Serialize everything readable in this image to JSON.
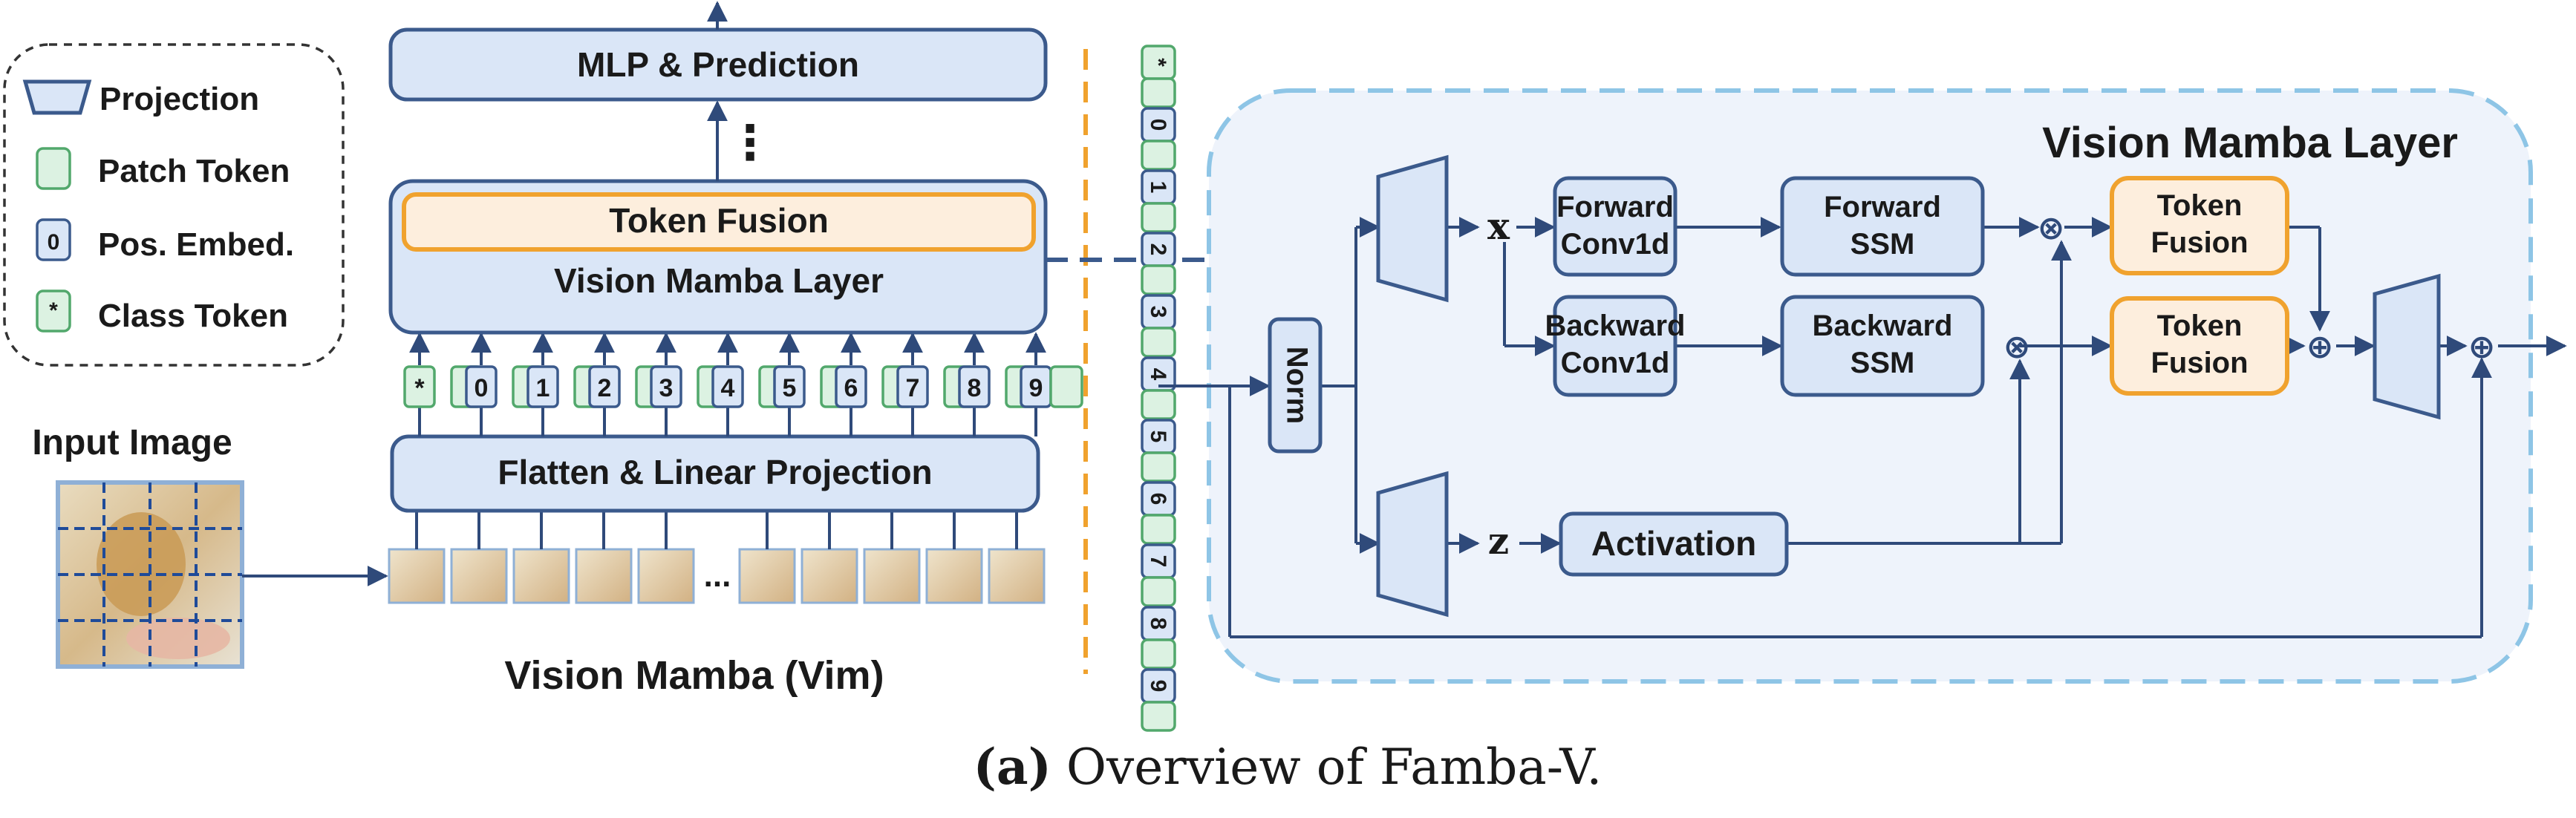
{
  "legend": {
    "items": [
      {
        "icon": "projection-trapezoid-icon",
        "label": "Projection"
      },
      {
        "icon": "patch-token-icon",
        "label": "Patch Token"
      },
      {
        "icon": "pos-embed-icon",
        "glyph": "0",
        "label": "Pos. Embed."
      },
      {
        "icon": "class-token-icon",
        "glyph": "*",
        "label": "Class Token"
      }
    ]
  },
  "vim": {
    "input_image_label": "Input Image",
    "mlp_label": "MLP & Prediction",
    "dots_vertical": "⋮",
    "token_fusion_label": "Token Fusion",
    "vision_mamba_layer_label": "Vision Mamba Layer",
    "token_row": [
      "*",
      "0",
      "1",
      "2",
      "3",
      "4",
      "5",
      "6",
      "7",
      "8",
      "9"
    ],
    "flatten_label": "Flatten & Linear Projection",
    "patch_ellipsis": "...",
    "caption": "Vision Mamba (Vim)"
  },
  "token_column": [
    "*",
    "0",
    "1",
    "2",
    "3",
    "4",
    "5",
    "6",
    "7",
    "8",
    "9"
  ],
  "layer_detail": {
    "title": "Vision Mamba Layer",
    "norm_label": "Norm",
    "x_label": "x",
    "z_label": "z",
    "forward_conv": [
      "Forward",
      "Conv1d"
    ],
    "forward_ssm": [
      "Forward",
      "SSM"
    ],
    "backward_conv": [
      "Backward",
      "Conv1d"
    ],
    "backward_ssm": [
      "Backward",
      "SSM"
    ],
    "activation_label": "Activation",
    "token_fusion_top": [
      "Token",
      "Fusion"
    ],
    "token_fusion_bottom": [
      "Token",
      "Fusion"
    ],
    "multiply_symbol": "⊗",
    "add_symbol": "⊕"
  },
  "caption": {
    "bold_part": "(a)",
    "rest": "Overview of Famba-V."
  },
  "colors": {
    "box_fill": "#dae6f7",
    "box_stroke": "#3b5a8c",
    "fusion_fill": "#fdeedd",
    "fusion_stroke": "#f0a22e",
    "token_fill": "#dcf2e2",
    "token_stroke": "#52a86c",
    "panel_dash": "#8ec5e6",
    "divider": "#f0a22e"
  }
}
